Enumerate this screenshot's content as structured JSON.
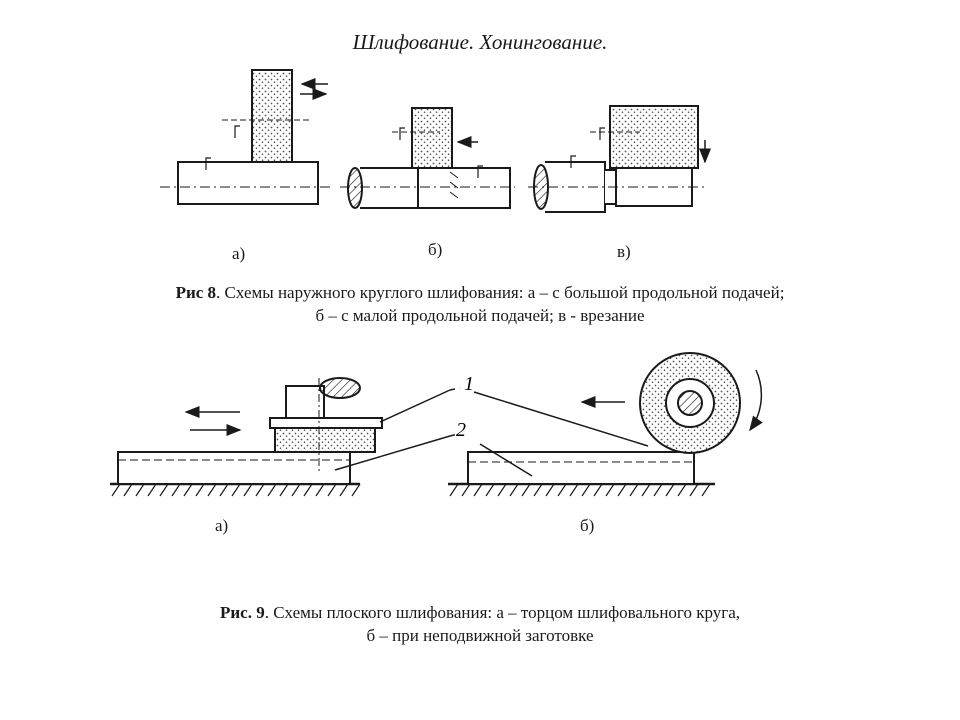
{
  "title": "Шлифование. Хонингование.",
  "fig8": {
    "labels": [
      "а)",
      "б)",
      "в)"
    ],
    "caption_bold": "Рис 8",
    "caption_line1": ". Схемы наружного круглого шлифования: а – с большой продольной подачей;",
    "caption_line2": "б – с малой продольной подачей; в - врезание"
  },
  "fig9": {
    "labels": [
      "а)",
      "б)"
    ],
    "callouts": [
      "1",
      "2"
    ],
    "caption_bold": "Рис. 9",
    "caption_line1": ".  Схемы плоского шлифования: а – торцом шлифовального круга,",
    "caption_line2": "б – при неподвижной заготовке"
  },
  "colors": {
    "ink": "#1a1a1a",
    "stipple": "#555555"
  }
}
